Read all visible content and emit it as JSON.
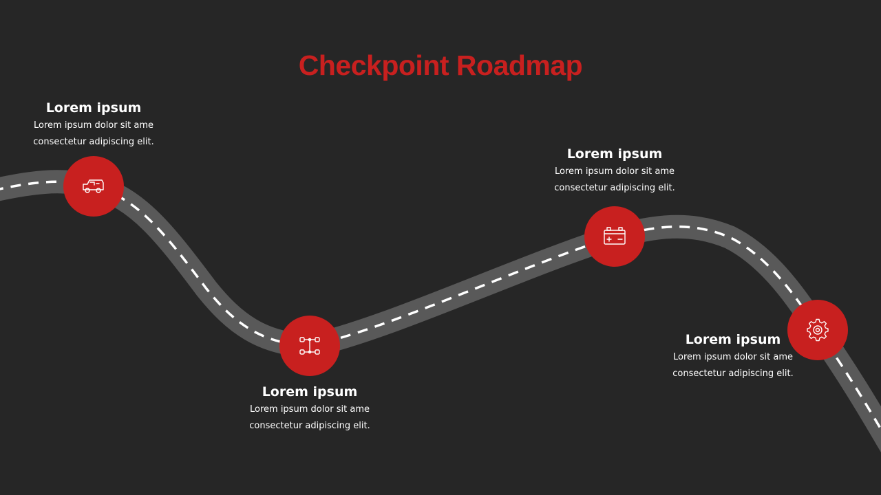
{
  "title": "Checkpoint Roadmap",
  "colors": {
    "background": "#262626",
    "accent": "#c8201f",
    "road": "#595959",
    "road_dash": "#ffffff",
    "text": "#ffffff"
  },
  "checkpoints": [
    {
      "heading": "Lorem ipsum",
      "line1": "Lorem ipsum dolor sit ame",
      "line2": "consectetur  adipiscing  elit.",
      "icon": "truck-icon"
    },
    {
      "heading": "Lorem ipsum",
      "line1": "Lorem ipsum dolor sit ame",
      "line2": "consectetur  adipiscing  elit.",
      "icon": "axle-chassis-icon"
    },
    {
      "heading": "Lorem ipsum",
      "line1": "Lorem ipsum dolor sit ame",
      "line2": "consectetur  adipiscing  elit.",
      "icon": "battery-icon"
    },
    {
      "heading": "Lorem ipsum",
      "line1": "Lorem ipsum dolor sit ame",
      "line2": "consectetur  adipiscing  elit.",
      "icon": "gear-icon"
    }
  ]
}
